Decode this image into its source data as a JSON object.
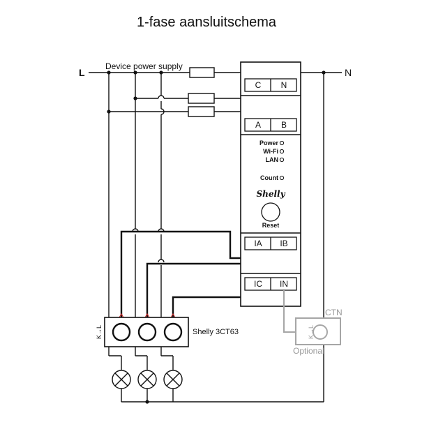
{
  "title": "1-fase aansluitschema",
  "supply": {
    "line_label": "L",
    "neutral_label": "N",
    "device_power_label": "Device power supply"
  },
  "device": {
    "brand": "Shelly",
    "terminals_top": [
      "C",
      "N"
    ],
    "terminals_ab": [
      "A",
      "B"
    ],
    "indicators": [
      "Power",
      "Wi-Fi",
      "LAN",
      "Count"
    ],
    "reset_label": "Reset",
    "terminals_current": [
      "IA",
      "IB"
    ],
    "terminals_neutral_current": [
      "IC",
      "IN"
    ]
  },
  "ct_block": {
    "name": "Shelly 3CT63",
    "direction_label": "K→L"
  },
  "optional_ct": {
    "name": "CTN",
    "direction_label": "K→L",
    "caption": "Optional"
  },
  "colors": {
    "wire": "#111111",
    "optional": "#a6a6a6",
    "ct_lead": "#cc2a2a"
  }
}
